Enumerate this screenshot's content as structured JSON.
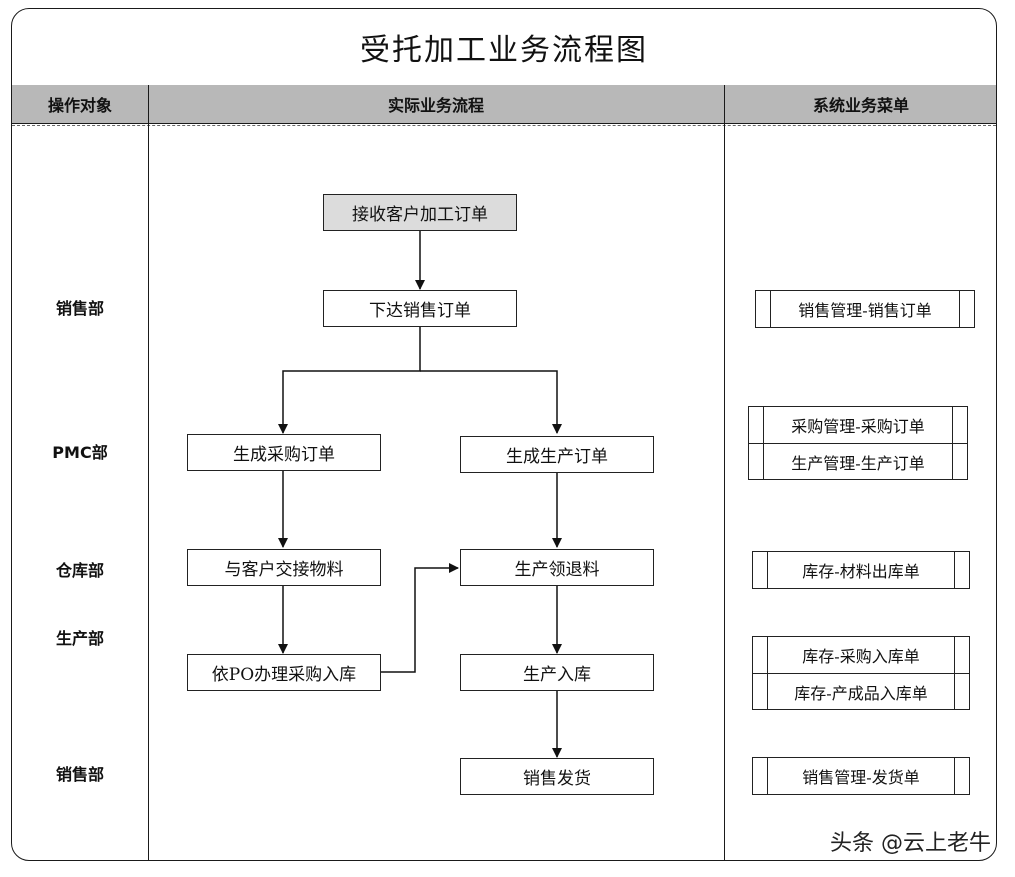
{
  "title": "受托加工业务流程图",
  "columns": {
    "object": "操作对象",
    "flow": "实际业务流程",
    "menu": "系统业务菜单"
  },
  "departments": [
    "销售部",
    "PMC部",
    "仓库部",
    "生产部",
    "销售部"
  ],
  "process": {
    "receive_order": "接收客户加工订单",
    "issue_sales_order": "下达销售订单",
    "create_purchase_order": "生成采购订单",
    "create_production_order": "生成生产订单",
    "hand_over_material": "与客户交接物料",
    "production_material": "生产领退料",
    "purchase_inbound": "依PO办理采购入库",
    "production_inbound": "生产入库",
    "sales_delivery": "销售发货"
  },
  "menus": [
    [
      "销售管理-销售订单"
    ],
    [
      "采购管理-采购订单",
      "生产管理-生产订单"
    ],
    [
      "库存-材料出库单"
    ],
    [
      "库存-采购入库单",
      "库存-产成品入库单"
    ],
    [
      "销售管理-发货单"
    ]
  ],
  "watermark": "头条 @云上老牛"
}
